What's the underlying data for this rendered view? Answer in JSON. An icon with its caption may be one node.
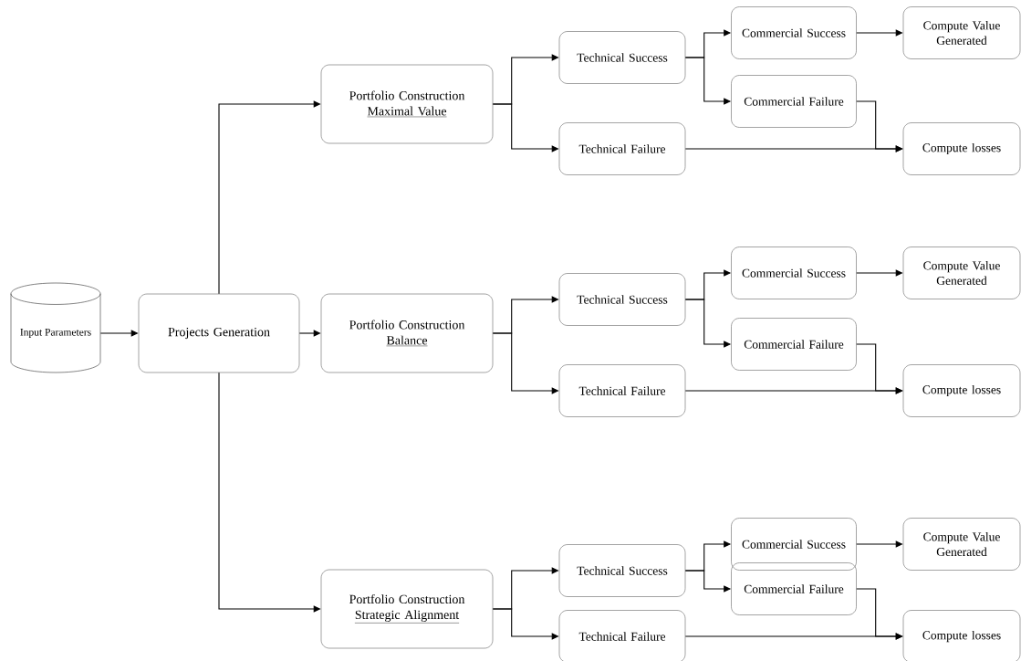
{
  "diagram": {
    "nodes": [
      {
        "text": [
          "Input Parameters"
        ]
      },
      {
        "text": [
          "Projects Generation"
        ]
      },
      {
        "text": [
          "Portfolio Construction",
          "Maximal Value"
        ]
      },
      {
        "text": [
          "Technical Success"
        ]
      },
      {
        "text": [
          "Commercial Success"
        ]
      },
      {
        "text": [
          "Compute Value Generated"
        ]
      },
      {
        "text": [
          "Commercial Failure"
        ]
      },
      {
        "text": [
          "Technical Failure"
        ]
      },
      {
        "text": [
          "Compute losses"
        ]
      },
      {
        "text": [
          "Portfolio Construction",
          "Balance"
        ]
      },
      {
        "text": [
          "Technical Success"
        ]
      },
      {
        "text": [
          "Commercial Success"
        ]
      },
      {
        "text": [
          "Compute Value Generated"
        ]
      },
      {
        "text": [
          "Commercial Failure"
        ]
      },
      {
        "text": [
          "Technical Failure"
        ]
      },
      {
        "text": [
          "Compute losses"
        ]
      },
      {
        "text": [
          "Portfolio Construction",
          "Strategic Alignment"
        ]
      },
      {
        "text": [
          "Technical Success"
        ]
      },
      {
        "text": [
          "Commercial Success"
        ]
      },
      {
        "text": [
          "Compute Value Generated"
        ]
      },
      {
        "text": [
          "Commercial Failure"
        ]
      },
      {
        "text": [
          "Technical Failure"
        ]
      },
      {
        "text": [
          "Compute losses"
        ]
      }
    ],
    "edges": [
      {
        "from": 0,
        "to": 1,
        "arrow": "to"
      },
      {
        "from": 1,
        "to": 2,
        "arrow": "to"
      },
      {
        "from": 1,
        "to": 9,
        "arrow": "to"
      },
      {
        "from": 1,
        "to": 16,
        "arrow": "to"
      },
      {
        "from": 2,
        "to": 3,
        "arrow": "to"
      },
      {
        "from": 2,
        "to": 7,
        "arrow": "to"
      },
      {
        "from": 3,
        "to": 4,
        "arrow": "to"
      },
      {
        "from": 3,
        "to": 6,
        "arrow": "to"
      },
      {
        "from": 4,
        "to": 5,
        "arrow": "to"
      },
      {
        "from": 6,
        "to": 8,
        "arrow": "to"
      },
      {
        "from": 7,
        "to": 8,
        "arrow": "to"
      },
      {
        "from": 9,
        "to": 10,
        "arrow": "to"
      },
      {
        "from": 9,
        "to": 14,
        "arrow": "to"
      },
      {
        "from": 10,
        "to": 11,
        "arrow": "to"
      },
      {
        "from": 10,
        "to": 13,
        "arrow": "to"
      },
      {
        "from": 11,
        "to": 12,
        "arrow": "to"
      },
      {
        "from": 13,
        "to": 15,
        "arrow": "to"
      },
      {
        "from": 14,
        "to": 15,
        "arrow": "to"
      },
      {
        "from": 16,
        "to": 17,
        "arrow": "to"
      },
      {
        "from": 16,
        "to": 21,
        "arrow": "to"
      },
      {
        "from": 17,
        "to": 18,
        "arrow": "to"
      },
      {
        "from": 17,
        "to": 20,
        "arrow": "to"
      },
      {
        "from": 18,
        "to": 19,
        "arrow": "to"
      },
      {
        "from": 20,
        "to": 22,
        "arrow": "to"
      },
      {
        "from": 21,
        "to": 22,
        "arrow": "to"
      }
    ]
  }
}
